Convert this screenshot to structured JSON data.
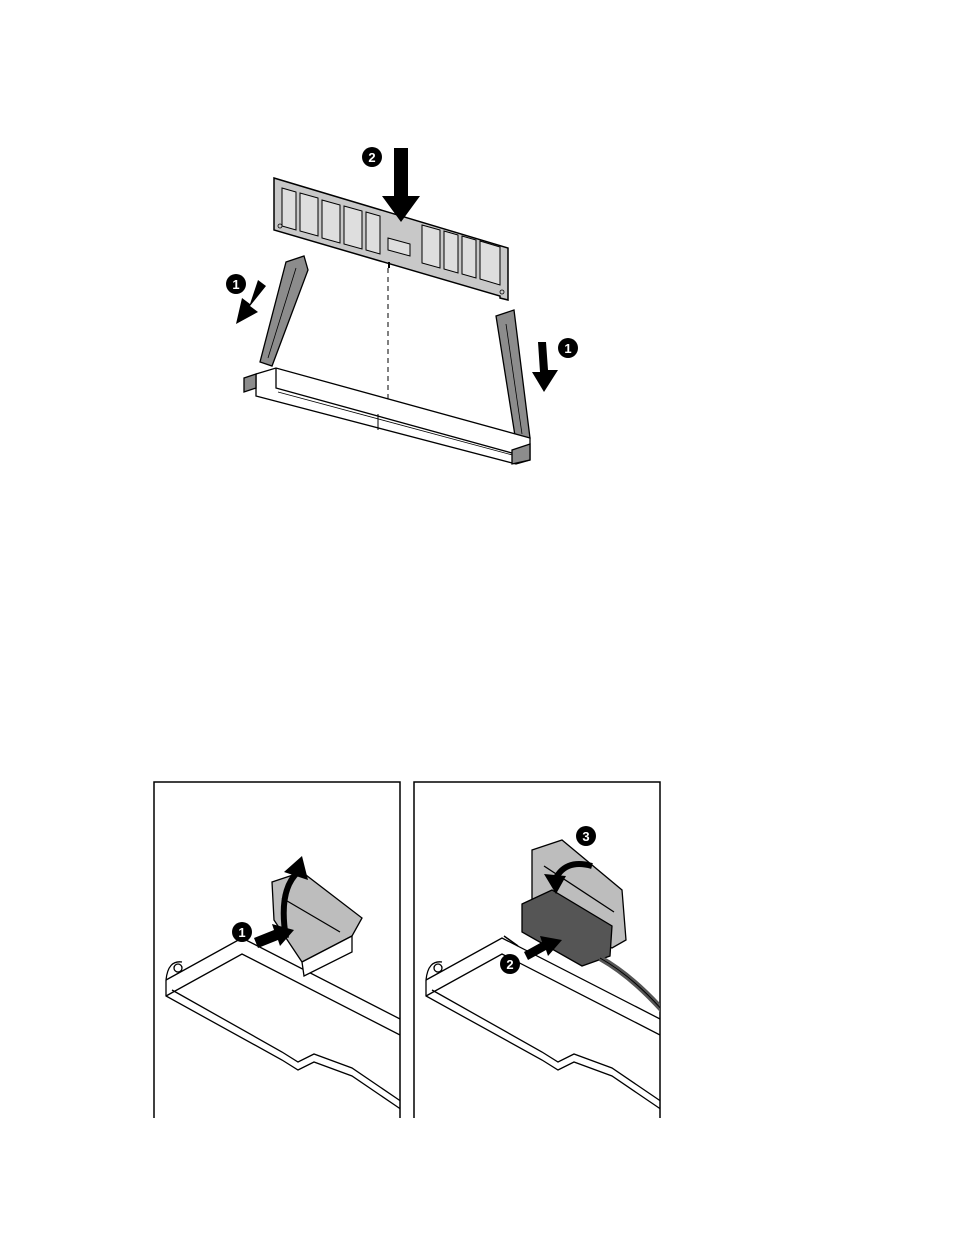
{
  "figure_dimm": {
    "callouts": {
      "step1": "1",
      "step2": "2"
    }
  },
  "figure_bbwc": {
    "left_panel": {
      "callouts": {
        "step1": "1"
      }
    },
    "right_panel": {
      "callouts": {
        "step2": "2",
        "step3": "3"
      }
    }
  },
  "colors": {
    "ink": "#000000",
    "module": "#c8c8c8",
    "chip": "#dedede",
    "latch": "#8c8c8c",
    "battery": "#555555",
    "paper": "#ffffff"
  }
}
